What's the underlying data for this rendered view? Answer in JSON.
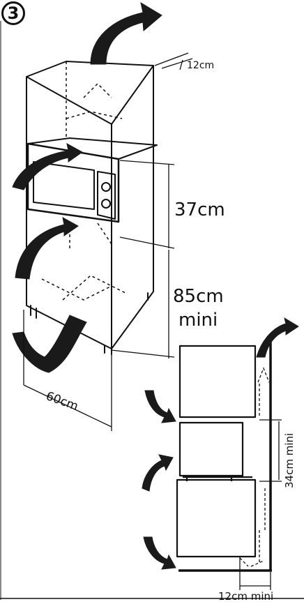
{
  "step_number": "3",
  "dimensions": {
    "top_clearance": "12cm",
    "microwave_height": "37cm",
    "lower_height_value": "85cm",
    "lower_height_mini": "mini",
    "width": "60cm",
    "side_spacing": "34cm mini",
    "rear_clearance": "12cm mini"
  },
  "colors": {
    "ink": "#111111",
    "arrow_fill": "#1a1a1a",
    "background": "#ffffff"
  }
}
